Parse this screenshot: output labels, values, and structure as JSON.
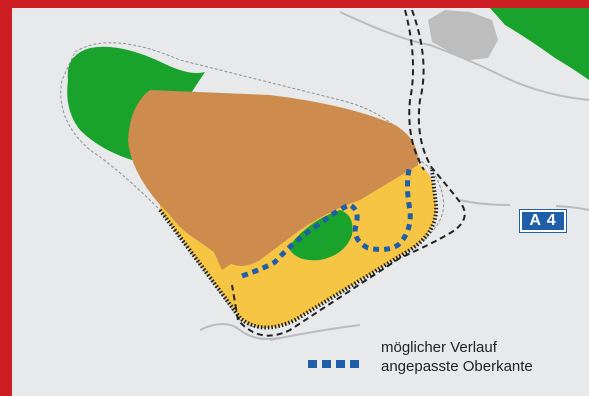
{
  "map": {
    "road_badge": "A 4",
    "colors": {
      "frame": "#cc1d22",
      "background": "#e8e9ea",
      "forest": "#1aa32c",
      "quarry": "#cd8c4e",
      "yellow_area": "#f5c543",
      "settlement": "#bdbdbd",
      "planned_line": "#1f5ea8"
    }
  },
  "legend": {
    "symbol_icon": "blue-dotted-line-icon",
    "line1": "möglicher Verlauf",
    "line2": "angepasste Oberkante"
  }
}
